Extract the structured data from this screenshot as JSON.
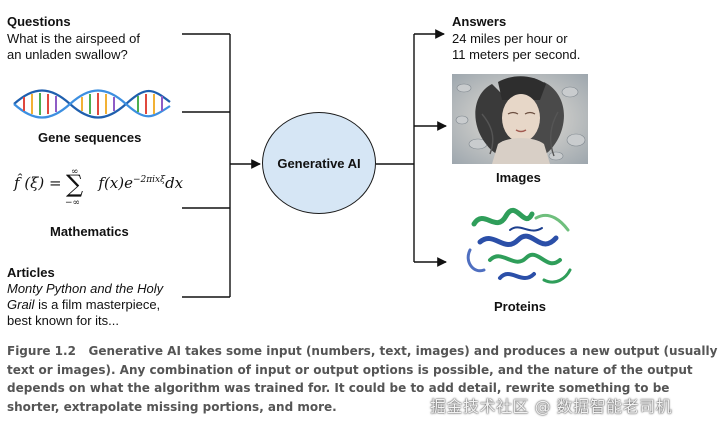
{
  "inputs": {
    "questions": {
      "title": "Questions",
      "line1": "What is the airspeed of",
      "line2": "an unladen swallow?"
    },
    "gene": {
      "label": "Gene sequences",
      "icon": "dna-helix-icon"
    },
    "math": {
      "label": "Mathematics",
      "formula_lhs": "f̂ (ξ) = ",
      "sigma": "∑",
      "upper": "∞",
      "lower": "−∞",
      "integrand": "f(x)e",
      "exponent": "−2πixξ",
      "dx": "dx"
    },
    "articles": {
      "title": "Articles",
      "italic_line1": "Monty Python and the Holy",
      "italic_word": "Grail",
      "line2_rest": " is a film masterpiece,",
      "line3": "best known for its..."
    }
  },
  "center": {
    "label": "Generative AI"
  },
  "outputs": {
    "answers": {
      "title": "Answers",
      "line1": "24 miles per hour or",
      "line2": "11 meters per second."
    },
    "images": {
      "label": "Images",
      "icon": "generated-portrait-image"
    },
    "proteins": {
      "label": "Proteins",
      "icon": "protein-structure-image"
    }
  },
  "caption": {
    "figure": "Figure 1.2",
    "text": "Generative AI takes some input (numbers, text, images) and produces a new output (usually text or images). Any combination of input or output options is possible, and the nature of the output depends on what the algorithm was trained for. It could be to add detail, rewrite something to be shorter, extrapolate missing portions, and more."
  },
  "watermark": "掘金技术社区 @ 数据智能老司机",
  "colors": {
    "circle_fill": "#d6e6f5",
    "dna_blue": "#2a74c7",
    "protein_green": "#2f9e5a",
    "protein_blue": "#2b4fa8"
  }
}
